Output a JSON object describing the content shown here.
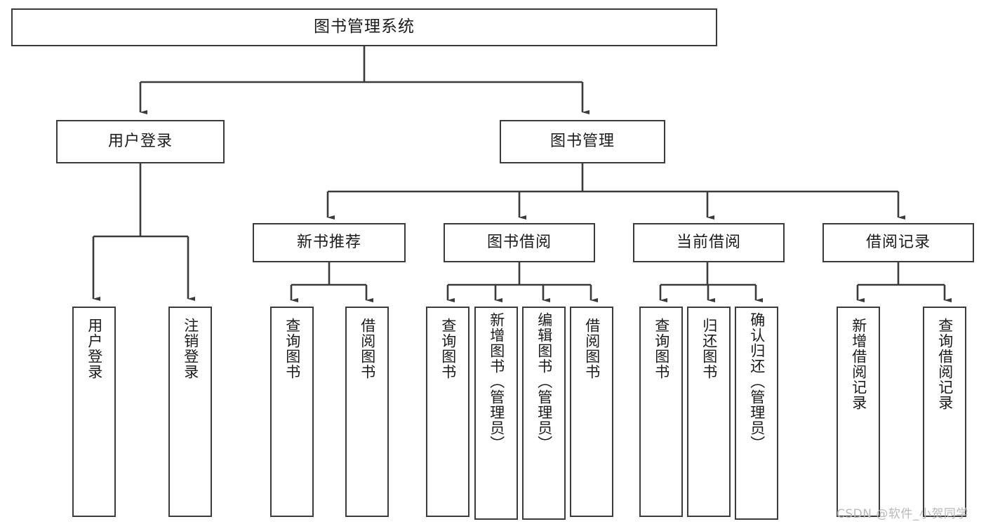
{
  "diagram": {
    "title": "图书管理系统",
    "type": "tree-hierarchy-chart",
    "watermark": "CSDN @软件_小贺同学",
    "colors": {
      "background": "#ffffff",
      "box_border": "#3b3b3b",
      "box_fill": "#ffffff",
      "text": "#1b1b1b",
      "connector": "#3b3b3b",
      "watermark": "#b9b9b9"
    }
  },
  "nodes": {
    "root": {
      "label": "图书管理系统"
    },
    "level2": [
      {
        "id": "user-login",
        "label": "用户登录"
      },
      {
        "id": "book-manage",
        "label": "图书管理"
      }
    ],
    "level3": [
      {
        "id": "new-book-recommend",
        "label": "新书推荐"
      },
      {
        "id": "book-borrow",
        "label": "图书借阅"
      },
      {
        "id": "current-borrow",
        "label": "当前借阅"
      },
      {
        "id": "borrow-record",
        "label": "借阅记录"
      }
    ],
    "leaves": {
      "user-login": [
        {
          "id": "leaf-user-login",
          "label": "用户登录"
        },
        {
          "id": "leaf-logout-login",
          "label": "注销登录"
        }
      ],
      "new-book-recommend": [
        {
          "id": "leaf-query-book-1",
          "label": "查询图书"
        },
        {
          "id": "leaf-borrow-book-1",
          "label": "借阅图书"
        }
      ],
      "book-borrow": [
        {
          "id": "leaf-query-book-2",
          "label": "查询图书"
        },
        {
          "id": "leaf-add-book",
          "label": "新增图书（管理员）"
        },
        {
          "id": "leaf-edit-book",
          "label": "编辑图书（管理员）"
        },
        {
          "id": "leaf-borrow-book-2",
          "label": "借阅图书"
        }
      ],
      "current-borrow": [
        {
          "id": "leaf-query-book-3",
          "label": "查询图书"
        },
        {
          "id": "leaf-return-book",
          "label": "归还图书"
        },
        {
          "id": "leaf-confirm-return",
          "label": "确认归还（管理员）"
        }
      ],
      "borrow-record": [
        {
          "id": "leaf-add-record",
          "label": "新增借阅记录"
        },
        {
          "id": "leaf-query-record",
          "label": "查询借阅记录"
        }
      ]
    }
  }
}
